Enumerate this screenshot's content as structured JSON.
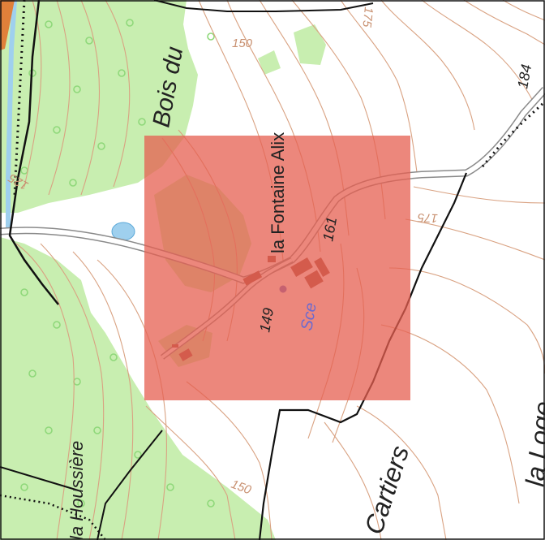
{
  "map": {
    "place_names": {
      "bois": "Bois du",
      "fontaine": "la Fontaine Alix",
      "houssiere": "la Houssière",
      "cartiers": "Cartiers",
      "loge": "la Loge"
    },
    "elevations": {
      "e184": "184",
      "e161": "161",
      "e149": "149"
    },
    "contour_labels": {
      "c150_top": "150",
      "c175_top": "175",
      "c125": "125",
      "c175_mid": "175",
      "c150_bottom": "150"
    },
    "spring_label": "Sce",
    "colors": {
      "background": "#ffffff",
      "forest": "#c8eeb0",
      "forest_dots": "#8fd87a",
      "contour": "#d9a282",
      "contour_label": "#c89070",
      "road_edge": "#8a8a8a",
      "boundary": "#111111",
      "water": "#9fd0ee",
      "highlight": "#e65f50",
      "building": "#a05040",
      "spring": "#6a6ad0"
    },
    "highlight_opacity": 0.75
  }
}
